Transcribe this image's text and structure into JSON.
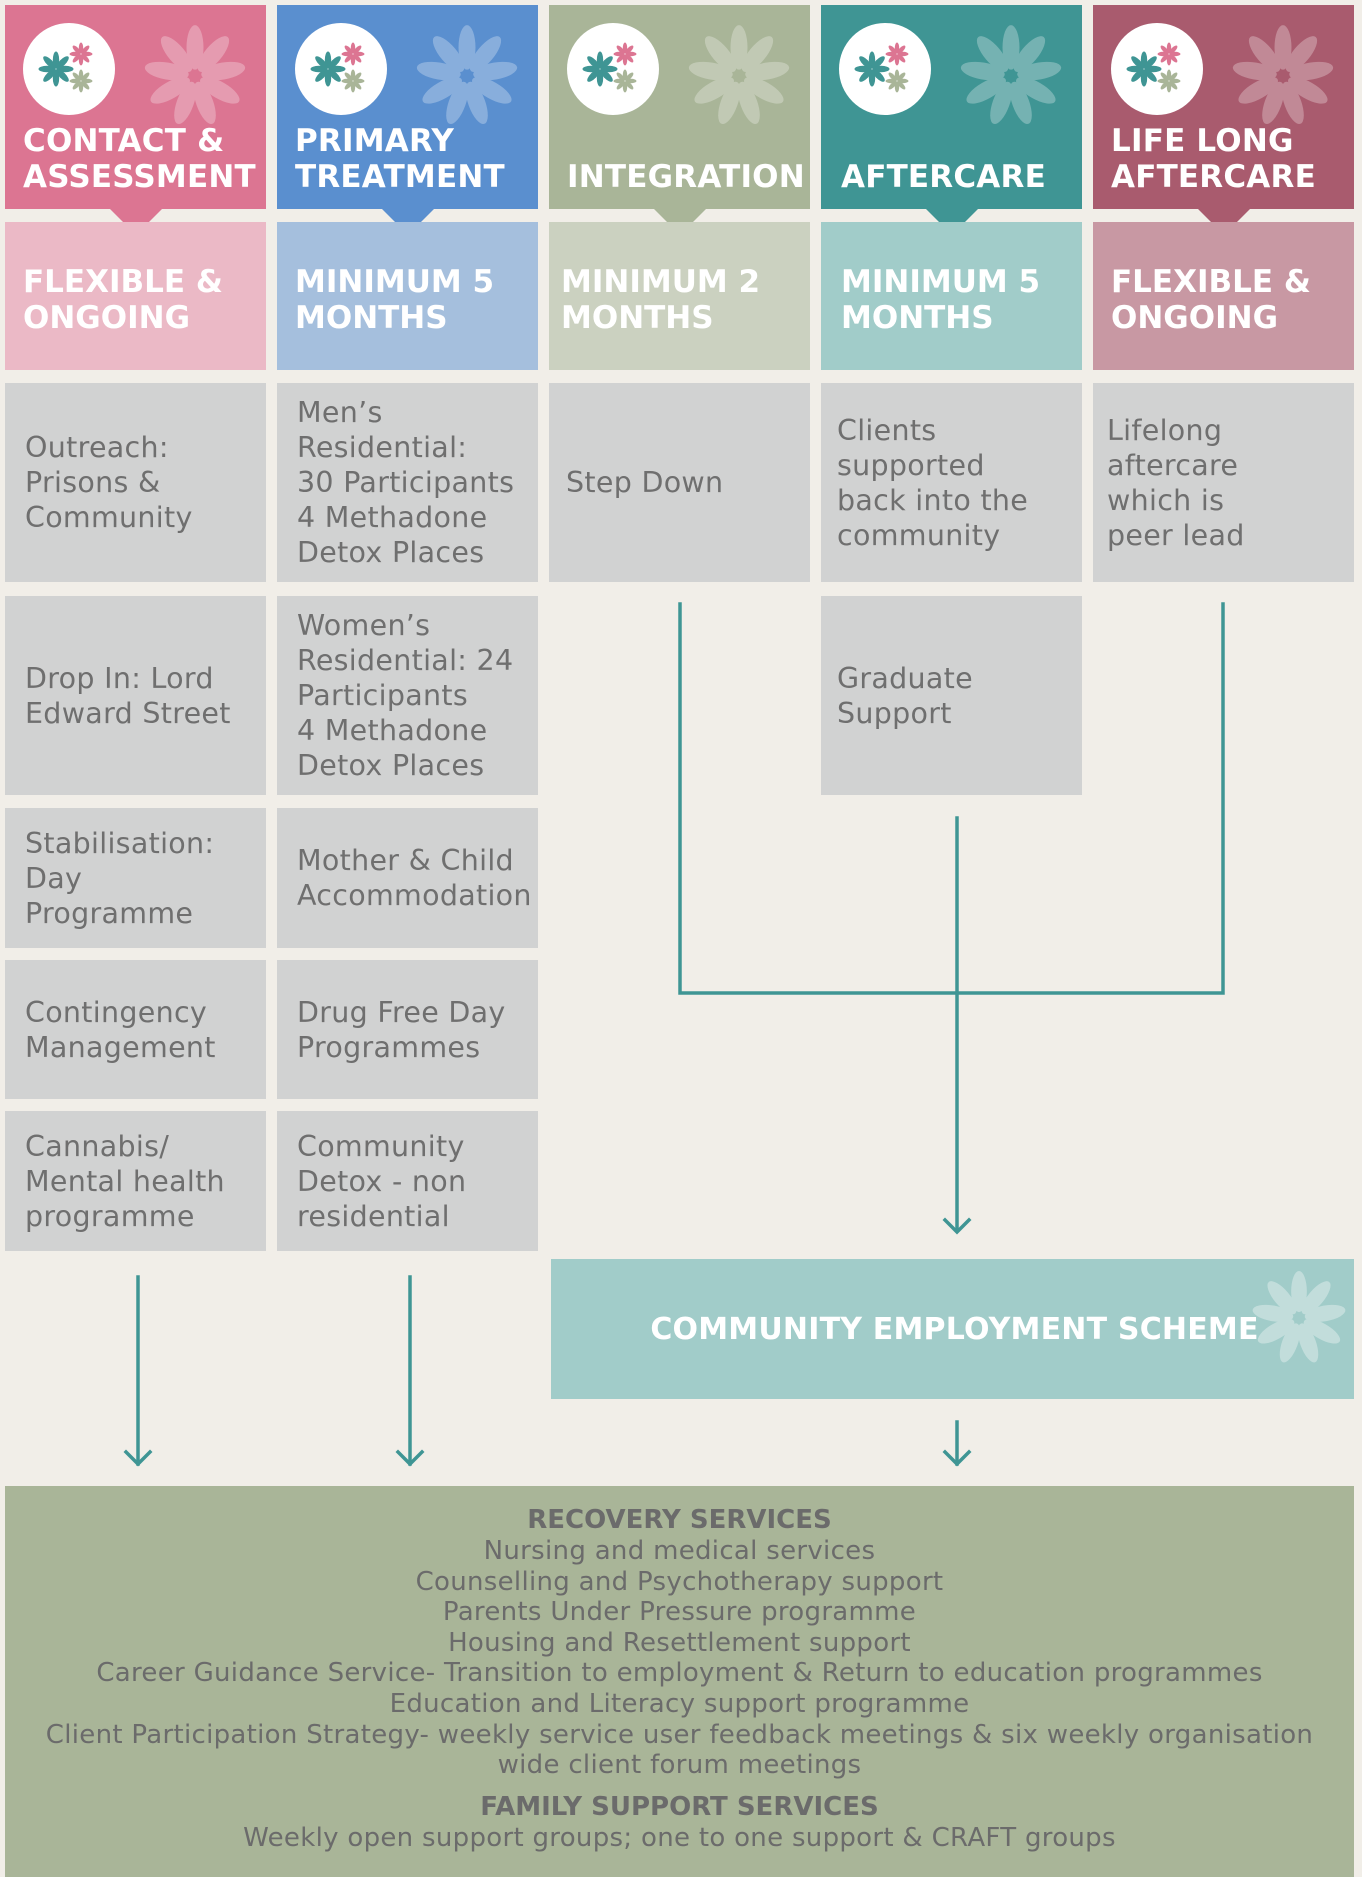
{
  "columns": [
    {
      "title": "CONTACT &\nASSESSMENT",
      "duration": "FLEXIBLE &\nONGOING",
      "head_color": "#dc7592",
      "dur_color": "#ebb9c6"
    },
    {
      "title": "PRIMARY\nTREATMENT",
      "duration": "MINIMUM 5\nMONTHS",
      "head_color": "#5a8fcf",
      "dur_color": "#a5bfdd"
    },
    {
      "title": "INTEGRATION",
      "duration": "MINIMUM 2\nMONTHS",
      "head_color": "#a9b598",
      "dur_color": "#cbd1c0"
    },
    {
      "title": "AFTERCARE",
      "duration": "MINIMUM 5\nMONTHS",
      "head_color": "#3f9594",
      "dur_color": "#a1ccc9"
    },
    {
      "title": "LIFE LONG\nAFTERCARE",
      "duration": "FLEXIBLE &\nONGOING",
      "head_color": "#a95b6e",
      "dur_color": "#c898a3"
    }
  ],
  "boxes": {
    "contact": [
      "Outreach:\nPrisons &\nCommunity",
      "Drop In: Lord\nEdward Street",
      "Stabilisation:\nDay\nProgramme",
      "Contingency\nManagement",
      "Cannabis/\nMental health\nprogramme"
    ],
    "primary": [
      "Men’s\nResidential:\n30 Participants\n4 Methadone\nDetox Places",
      "Women’s\nResidential: 24\nParticipants\n4 Methadone\nDetox Places",
      "Mother & Child\nAccommodation",
      "Drug Free Day\nProgrammes",
      "Community\nDetox - non\nresidential"
    ],
    "integration": [
      "Step Down"
    ],
    "aftercare": [
      "Clients\nsupported\nback into the\ncommunity",
      "Graduate\nSupport"
    ],
    "lifelong": [
      "Lifelong\naftercare\nwhich is\npeer lead"
    ]
  },
  "community_employment": "COMMUNITY EMPLOYMENT SCHEME",
  "recovery": {
    "heading": "RECOVERY SERVICES",
    "items": [
      "Nursing and medical services",
      "Counselling and Psychotherapy support",
      "Parents Under Pressure programme",
      "Housing and Resettlement support",
      "Career Guidance Service- Transition to employment & Return to education programmes",
      "Education and Literacy support programme",
      "Client Participation Strategy- weekly service user feedback meetings & six weekly organisation",
      "wide client forum meetings"
    ],
    "family_heading": "FAMILY SUPPORT SERVICES",
    "family_text": "Weekly open support groups; one to one support & CRAFT groups"
  },
  "colors": {
    "background": "#f1eee8",
    "box": "#d1d2d2",
    "arrow": "#3f9594",
    "flower_teal": "#3f9594",
    "flower_pink": "#dc7592",
    "flower_green": "#a9b598"
  }
}
